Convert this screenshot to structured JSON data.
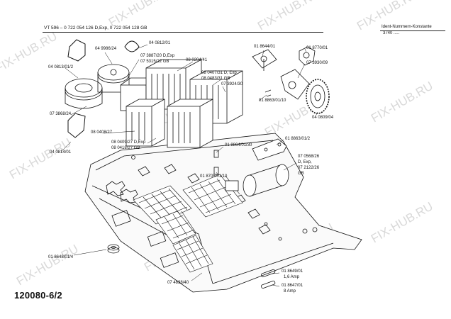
{
  "header": {
    "title": "VT 596 – 0 722 054 126 D,Exp, 0 722 054 128 GB",
    "ident_label": "Ident-Nummern-Konstante",
    "ident_value": "3740 ....."
  },
  "page_id": "120080-6/2",
  "watermark": "FIX-HUB.RU",
  "parts": {
    "p_040812": "04 0812/01",
    "p_049986": "04 9986/24",
    "p_040813": "04 0813/01/2",
    "p_073887": "07 3887/20 D,Exp",
    "p_075315": "07 5315/22 GB",
    "p_080204": "08 0204/41",
    "p_080407": "08 0407/31 D, Exp",
    "p_080483": "08 0483/31 GB",
    "p_073924": "07 3924/30",
    "p_018644": "01 8644/01",
    "p_018770": "01 8770/01",
    "p_073930": "07 3930/09",
    "p_073868": "07 3868/24",
    "p_080408": "08 0408/27",
    "p_018863a": "01 8863/01/10",
    "p_040809": "04 0809/04",
    "p_040814": "04 0814/01",
    "p_080409": "08 0409/27 D,Exp",
    "p_080418": "08 0418/27 GB",
    "p_018864": "01 8864/01/30",
    "p_018863b": "01 8863/01/2",
    "p_070568": "07 0568/26",
    "p_dexp": "D, Exp,",
    "p_072122": "07 2122/26",
    "p_gb": "GB",
    "p_018705": "01 8705/01/10",
    "p_018648": "01 8648/01/4",
    "p_074838": "07 4838/40",
    "p_018649": "01 8649/01",
    "p_16amp": "1,6 Amp",
    "p_018647": "01 8647/01",
    "p_8amp": "8 Amp"
  }
}
